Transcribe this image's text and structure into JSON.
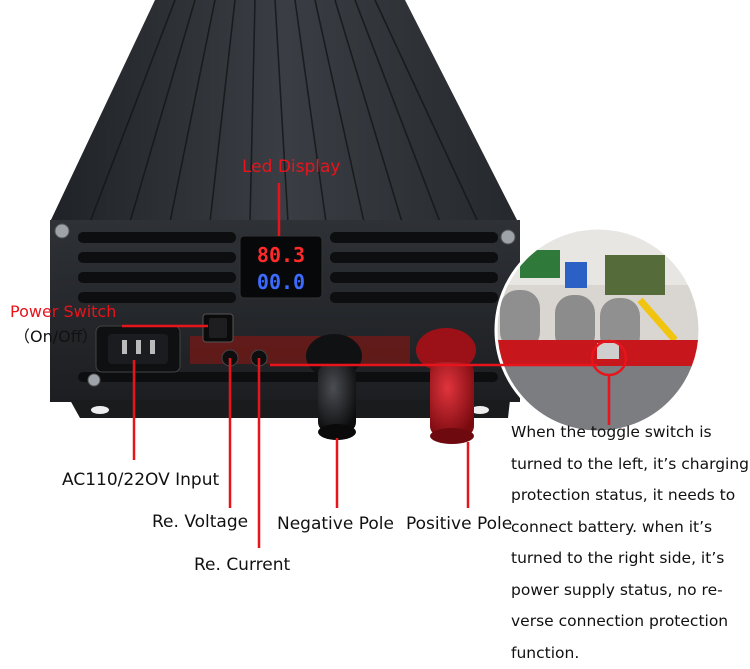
{
  "labels": {
    "led_display": "Led Display",
    "power_switch": "Power Switch",
    "on_off": "（On/Off）",
    "ac_input": "AC110/22OV Input",
    "re_voltage": "Re. Voltage",
    "re_current": "Re. Current",
    "negative_pole": "Negative Pole",
    "positive_pole": "Positive Pole"
  },
  "display": {
    "top_reading": "80.3",
    "bottom_reading": "00.0"
  },
  "description_lines": [
    "When the toggle switch is",
    "turned to the left, it’s charging",
    "protection status, it needs to",
    "connect battery. when it’s",
    "turned to the right side, it’s",
    "power supply status, no re-",
    "verse connection protection",
    "function."
  ],
  "colors": {
    "callout_red": "#e8141c",
    "chassis": "#2a2d31",
    "led_red": "#ff2a2a",
    "led_blue": "#3b6bff",
    "positive_terminal": "#b3131b",
    "negative_terminal": "#141414"
  },
  "icons": {
    "power_switch": "rocker-switch-icon",
    "ac_socket": "iec-power-socket-icon",
    "zoom_marker": "circle-highlight-icon"
  }
}
